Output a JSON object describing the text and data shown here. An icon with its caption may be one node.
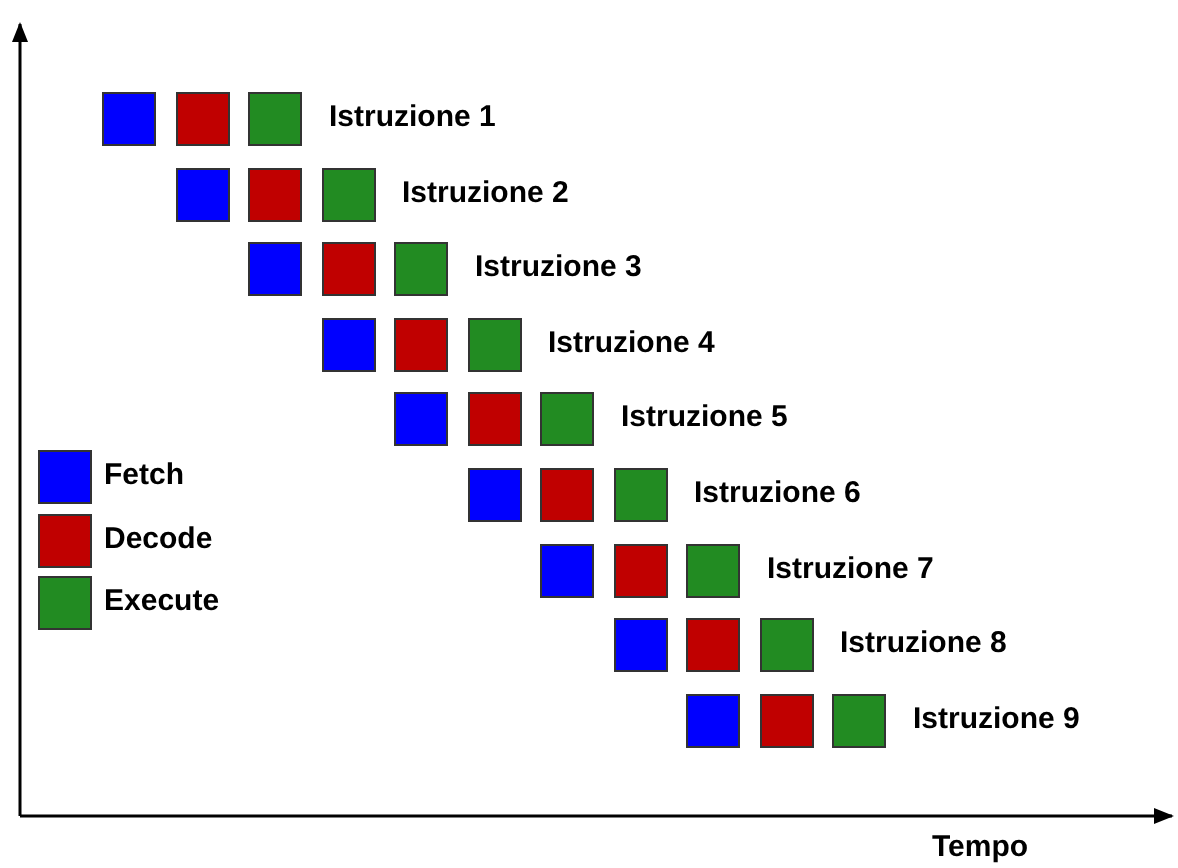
{
  "diagram": {
    "labels": [
      "Istruzione 1",
      "Istruzione 2",
      "Istruzione 3",
      "Istruzione 4",
      "Istruzione 5",
      "Istruzione 6",
      "Istruzione 7",
      "Istruzione 8",
      "Istruzione 9",
      "Tempo"
    ],
    "legend": [
      {
        "text": "Fetch",
        "color": "#0000ff"
      },
      {
        "text": "Decode",
        "color": "#c00000"
      },
      {
        "text": "Execute",
        "color": "#228b22"
      }
    ]
  }
}
